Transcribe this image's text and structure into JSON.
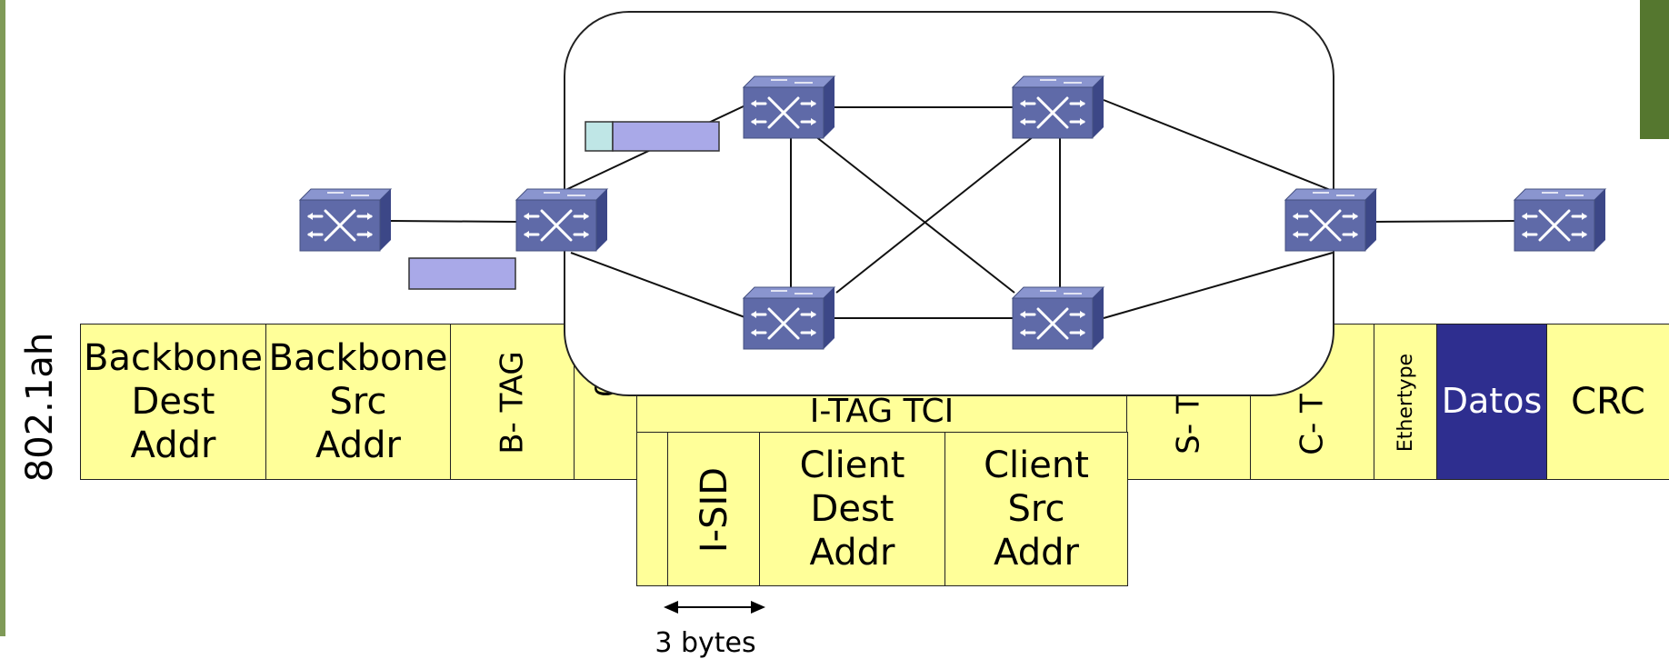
{
  "side_label": "802.1ah",
  "fields": {
    "backbone_dest": "Backbone\nDest\nAddr",
    "backbone_src": "Backbone\nSrc\nAddr",
    "b_tag": "B- TAG",
    "ethertype_88e7": "0x88",
    "i_tag_tci": "I-TAG TCI",
    "s_tag": "S- T",
    "c_tag": "C- T",
    "ethertype": "Ethertype",
    "datos": "Datos",
    "crc": "CRC"
  },
  "itag_fields": {
    "i_sid": "I-SID",
    "client_dest": "Client\nDest\nAddr",
    "client_src": "Client\nSrc\nAddr"
  },
  "size_caption": "3 bytes",
  "colors": {
    "field_fill": "#ffff99",
    "datos_fill": "#2e2e8f",
    "switch_front": "#5f6aa8",
    "switch_top": "#8a95cf",
    "packet_header": "#bfe6e6",
    "packet_body": "#a9a9e8",
    "accent_green": "#55772f"
  },
  "icons": [
    "ethernet-switch-icon"
  ]
}
